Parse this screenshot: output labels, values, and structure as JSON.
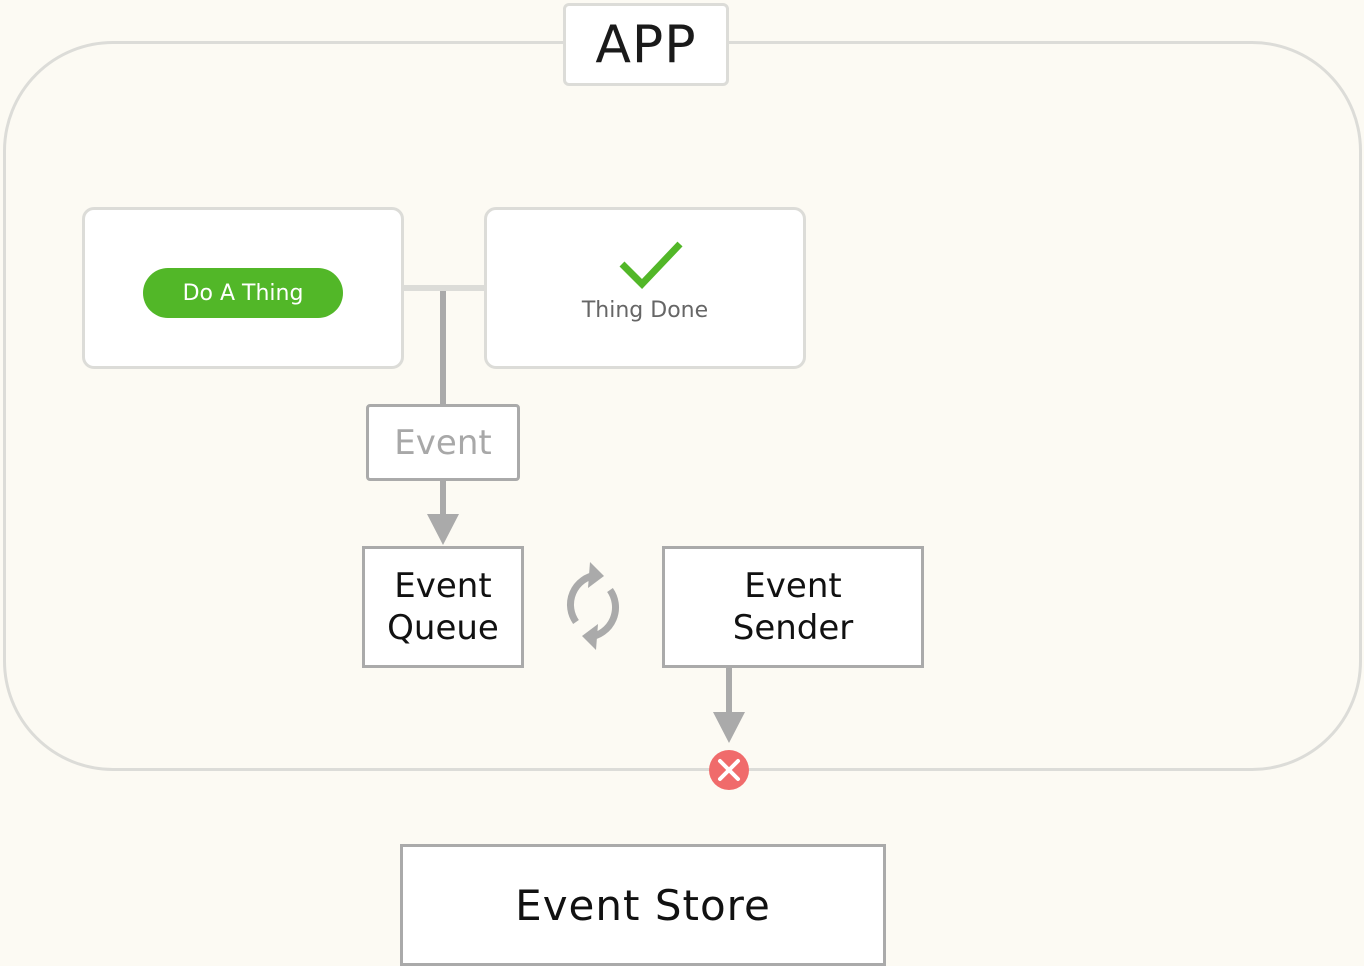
{
  "app": {
    "title": "APP"
  },
  "action_card": {
    "button_label": "Do A Thing"
  },
  "done_card": {
    "label": "Thing Done"
  },
  "event": {
    "label": "Event"
  },
  "queue": {
    "line1": "Event",
    "line2": "Queue"
  },
  "sender": {
    "line1": "Event",
    "line2": "Sender"
  },
  "store": {
    "label": "Event Store"
  },
  "icons": {
    "done": "checkmark-icon",
    "sync": "refresh-cycle-icon",
    "failure": "error-x-icon"
  },
  "colors": {
    "background": "#fcfaf3",
    "accent_green": "#52b728",
    "error_red": "#f06b6b",
    "connector_gray": "#aaaaaa",
    "border_gray": "#dcdcd8"
  }
}
